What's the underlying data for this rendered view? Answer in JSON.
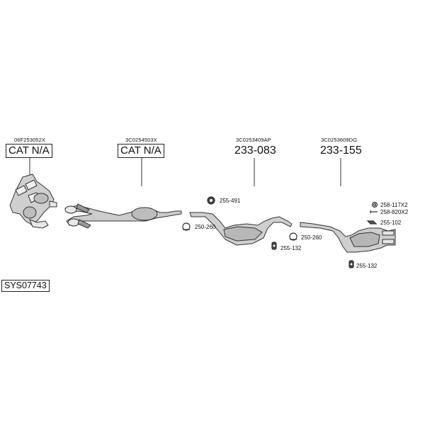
{
  "system_id": "SYS07743",
  "sections": [
    {
      "oem": "06F253052X",
      "part": "CAT N/A"
    },
    {
      "oem": "3C0254503X",
      "part": "CAT N/A"
    },
    {
      "oem": "3C0253409AP",
      "part": "233-083"
    },
    {
      "oem": "3C0253609DG",
      "part": "233-155"
    }
  ],
  "accessories": [
    {
      "code": "255-491"
    },
    {
      "code": "250-260"
    },
    {
      "code": "255-132"
    },
    {
      "code": "250-260"
    },
    {
      "code": "255-132"
    },
    {
      "code": "258-117X2"
    },
    {
      "code": "258-820X2"
    },
    {
      "code": "255-102"
    }
  ]
}
